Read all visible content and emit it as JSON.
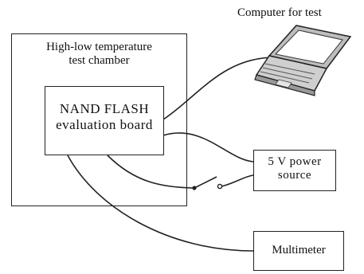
{
  "diagram": {
    "chamber_label": [
      "High-low temperature",
      "test chamber"
    ],
    "board_label": [
      "NAND FLASH",
      "evaluation board"
    ],
    "computer_label": "Computer for test",
    "power_label": [
      "5 V power",
      "source"
    ],
    "multimeter_label": "Multimeter",
    "icons": {
      "computer": "laptop-icon",
      "switch": "switch-icon"
    }
  }
}
